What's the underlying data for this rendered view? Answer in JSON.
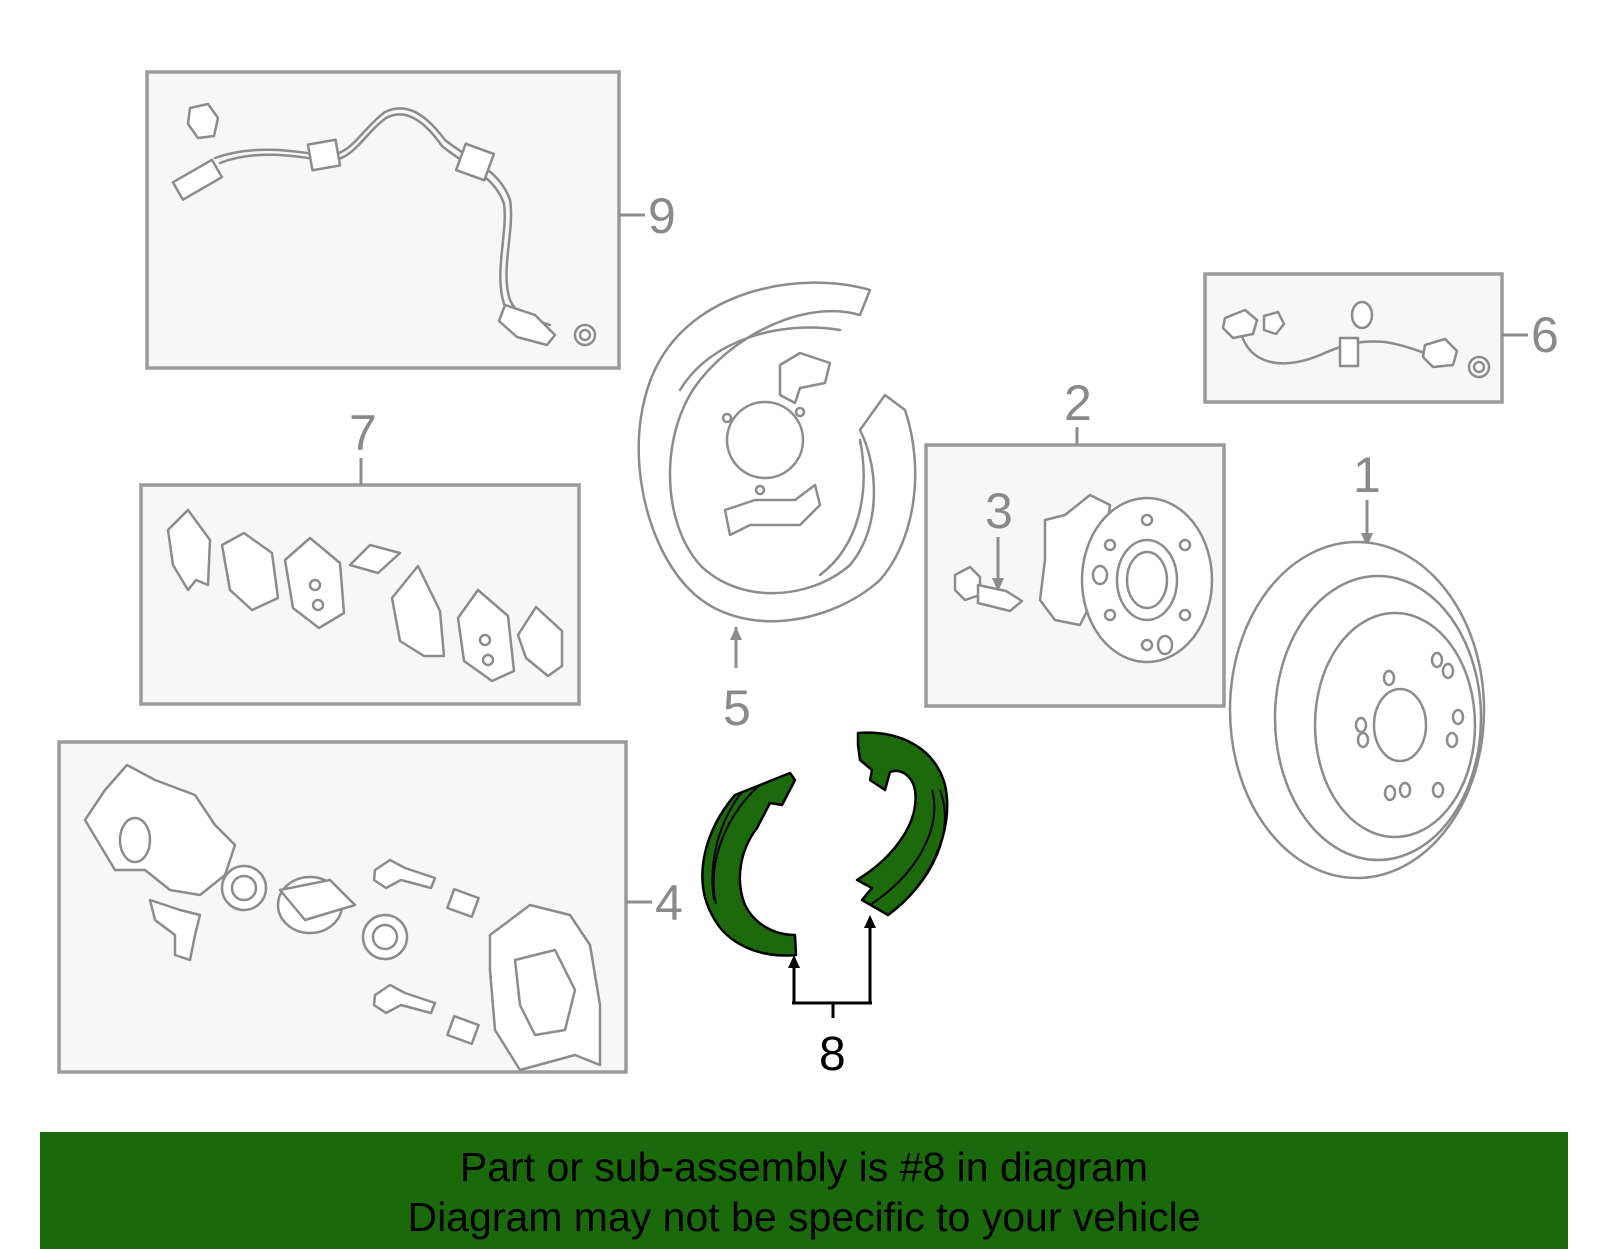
{
  "diagram": {
    "callouts": {
      "c1": "1",
      "c2": "2",
      "c3": "3",
      "c4": "4",
      "c5": "5",
      "c6": "6",
      "c7": "7",
      "c8": "8",
      "c9": "9"
    },
    "highlight_color": "#1a6a0c",
    "highlighted_part": "8"
  },
  "banner": {
    "line1": "Part or sub-assembly is #8 in diagram",
    "line2": "Diagram may not be specific to your vehicle"
  }
}
